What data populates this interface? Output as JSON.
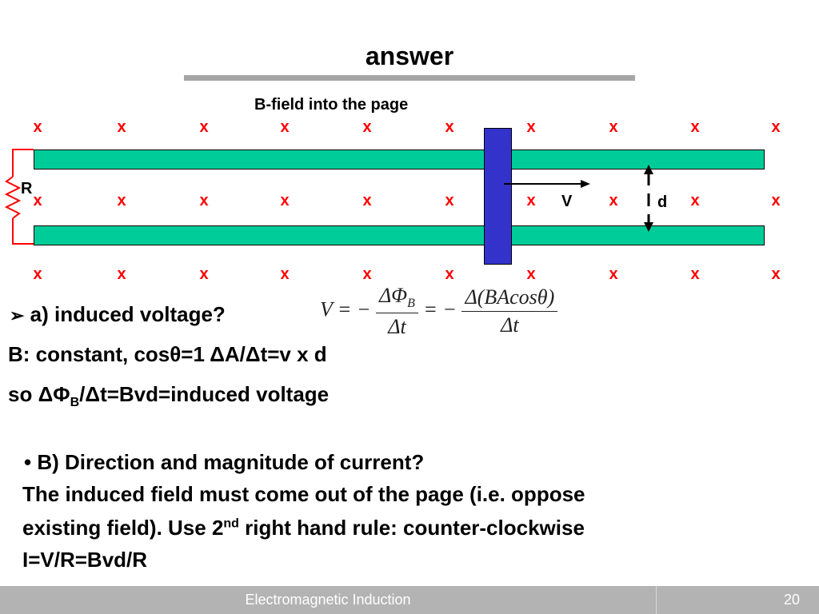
{
  "slide": {
    "title": "answer",
    "diagram": {
      "field_label": "B-field into the page",
      "x_mark": "x",
      "resistor_label": "R",
      "velocity_label": "V",
      "distance_label": "d",
      "colors": {
        "rail": "#00cc99",
        "bar": "#3333cc",
        "x_mark": "#ff0000",
        "resistor": "#ff0000"
      }
    },
    "part_a": {
      "arrow": "➢",
      "question": "a) induced voltage?",
      "equation": {
        "lhs": "V = −",
        "frac1_num": "ΔΦ",
        "frac1_num_sub": "B",
        "frac1_den": "Δt",
        "mid": "= −",
        "frac2_num": "Δ(BAcosθ)",
        "frac2_den": "Δt"
      },
      "line2": "B: constant, cosθ=1 ΔA/Δt=v x d",
      "line3_prefix": "so ΔΦ",
      "line3_sub": "B",
      "line3_suffix": "/Δt=Bvd=induced voltage"
    },
    "part_b": {
      "bullet": "•",
      "question": "B) Direction and magnitude of current?",
      "line1": "The induced field must come out of the page (i.e. oppose",
      "line2_prefix": "existing field). Use 2",
      "line2_sup": "nd",
      "line2_suffix": " right hand rule: counter-clockwise",
      "line3": "I=V/R=Bvd/R"
    }
  },
  "footer": {
    "title": "Electromagnetic Induction",
    "page_number": "20"
  }
}
